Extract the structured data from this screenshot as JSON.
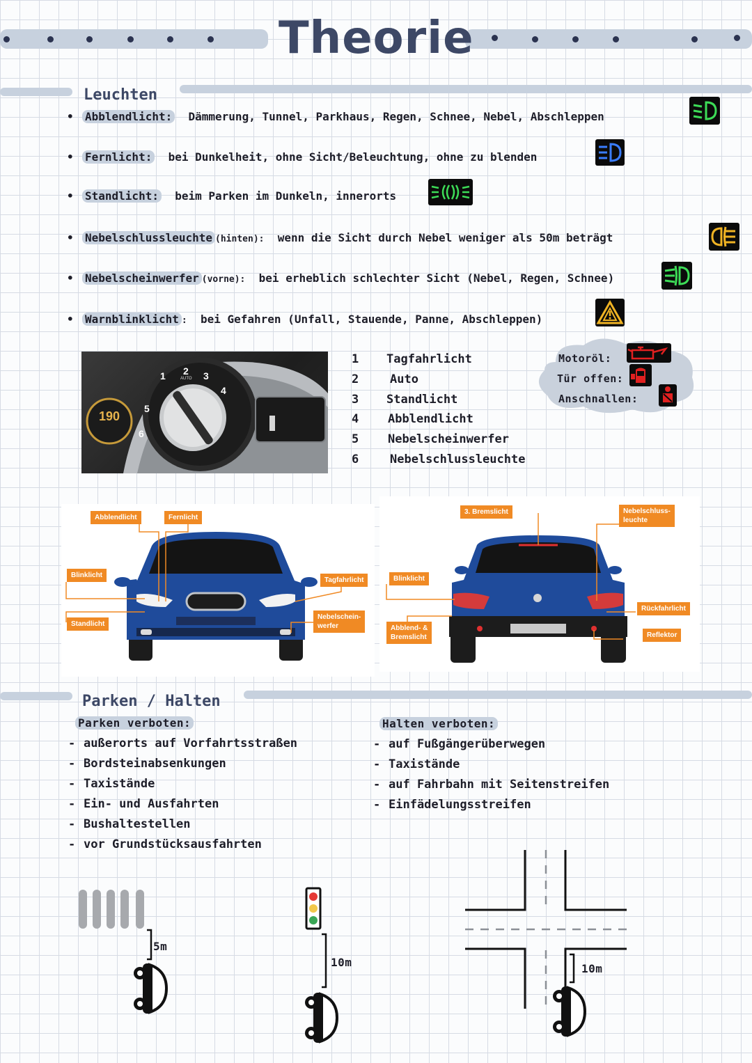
{
  "title": "Theorie",
  "leuchten": {
    "heading": "Leuchten",
    "items": [
      {
        "term": "Abblendlicht:",
        "text": "Dämmerung, Tunnel, Parkhaus, Regen, Schnee, Nebel, Abschleppen",
        "icon": "low-beam-icon",
        "icon_color": "#3ddc57"
      },
      {
        "term": "Fernlicht:",
        "text": "bei Dunkelheit, ohne Sicht/Beleuchtung, ohne zu blenden",
        "icon": "high-beam-icon",
        "icon_color": "#3a7dff"
      },
      {
        "term": "Standlicht:",
        "text": "beim Parken im Dunkeln, innerorts",
        "icon": "parking-light-icon",
        "icon_color": "#3ddc57"
      },
      {
        "term": "Nebelschlussleuchte",
        "suffix": "(hinten):",
        "text": "wenn die Sicht durch Nebel weniger als 50m beträgt",
        "icon": "rear-fog-icon",
        "icon_color": "#f0b323"
      },
      {
        "term": "Nebelscheinwerfer",
        "suffix": "(vorne):",
        "text": "bei erheblich schlechter Sicht (Nebel, Regen, Schnee)",
        "icon": "front-fog-icon",
        "icon_color": "#3ddc57"
      },
      {
        "term": "Warnblinklicht",
        "suffix": ":",
        "text": "bei Gefahren (Unfall, Stauende, Panne, Abschleppen)",
        "icon": "hazard-icon",
        "icon_color": "#f0b323"
      }
    ]
  },
  "switch_photo": {
    "dial_numbers": [
      "1",
      "2",
      "3",
      "4",
      "5",
      "6"
    ],
    "dial_sub": "AUTO",
    "badge_number": "190"
  },
  "switch_legend": [
    {
      "num": "1",
      "label": "Tagfahrlicht"
    },
    {
      "num": "2",
      "label": "Auto"
    },
    {
      "num": "3",
      "label": "Standlicht"
    },
    {
      "num": "4",
      "label": "Abblendlicht"
    },
    {
      "num": "5",
      "label": "Nebelscheinwerfer"
    },
    {
      "num": "6",
      "label": "Nebelschlussleuchte"
    }
  ],
  "warning_cloud": [
    {
      "label": "Motoröl:",
      "icon": "oil-can-icon",
      "color": "#e02020"
    },
    {
      "label": "Tür offen:",
      "icon": "door-open-icon",
      "color": "#e02020"
    },
    {
      "label": "Anschnallen:",
      "icon": "seatbelt-icon",
      "color": "#e02020"
    }
  ],
  "car_front": {
    "labels": [
      "Abblendlicht",
      "Fernlicht",
      "Blinklicht",
      "Tagfahrlicht",
      "Standlicht",
      "Nebelschein-\nwerfer"
    ]
  },
  "car_rear": {
    "labels": [
      "3. Bremslicht",
      "Nebelschluss-\nleuchte",
      "Blinklicht",
      "Rückfahrlicht",
      "Abblend- &\nBremslicht",
      "Reflektor"
    ]
  },
  "parken": {
    "heading": "Parken / Halten",
    "parken_title": "Parken verboten:",
    "parken_items": [
      "außerorts auf Vorfahrtsstraßen",
      "Bordsteinabsenkungen",
      "Taxistände",
      "Ein- und Ausfahrten",
      "Bushaltestellen",
      "vor Grundstücksausfahrten"
    ],
    "halten_title": "Halten verboten:",
    "halten_items": [
      "auf Fußgängerüberwegen",
      "Taxistände",
      "auf Fahrbahn mit Seitenstreifen",
      "Einfädelungsstreifen"
    ]
  },
  "distances": {
    "crosswalk": "5m",
    "traffic_light": "10m",
    "intersection": "10m"
  }
}
